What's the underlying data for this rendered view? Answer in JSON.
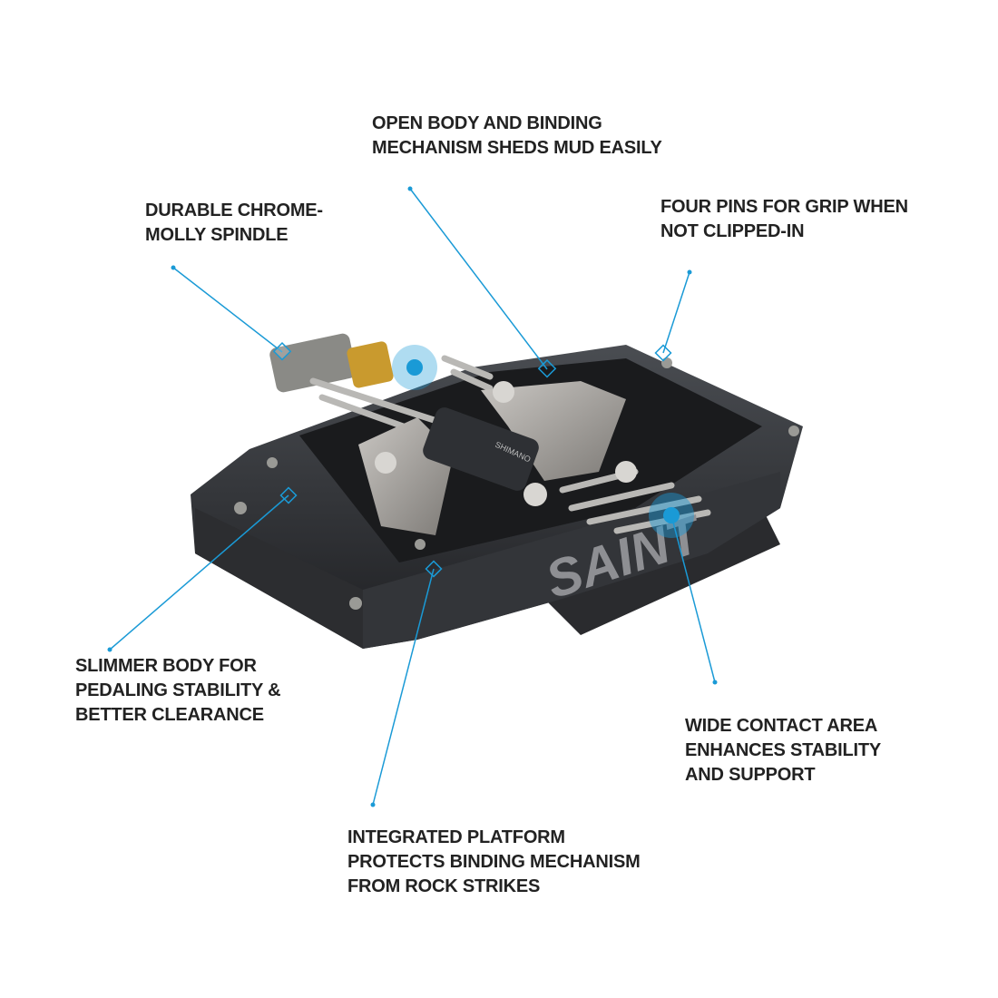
{
  "brand_logo": "SAINT",
  "maker_logo": "SHIMANO",
  "accent_color": "#1a9ad6",
  "callouts": {
    "open_body": {
      "lines": [
        "OPEN BODY AND BINDING",
        "MECHANISM SHEDS MUD EASILY"
      ]
    },
    "spindle": {
      "lines": [
        "DURABLE CHROME-",
        "MOLLY SPINDLE"
      ]
    },
    "pins": {
      "lines": [
        "FOUR PINS FOR GRIP WHEN",
        "NOT CLIPPED-IN"
      ]
    },
    "slimmer": {
      "lines": [
        "SLIMMER BODY FOR",
        "PEDALING STABILITY &",
        "BETTER CLEARANCE"
      ]
    },
    "wide": {
      "lines": [
        "WIDE CONTACT AREA",
        "ENHANCES STABILITY",
        "AND SUPPORT"
      ]
    },
    "platform": {
      "lines": [
        "INTEGRATED PLATFORM",
        "PROTECTS BINDING MECHANISM",
        "FROM ROCK STRIKES"
      ]
    }
  }
}
